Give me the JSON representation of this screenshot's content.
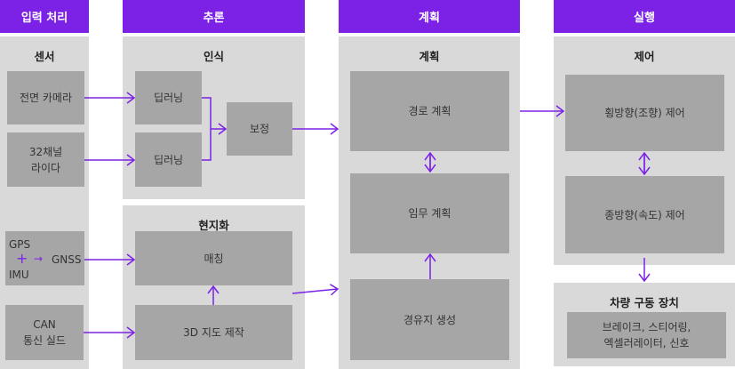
{
  "headers": [
    "입력 처리",
    "추론",
    "계획",
    "실행"
  ],
  "panels": {
    "sensor": "센서",
    "perception": "인식",
    "localization": "현지화",
    "planning": "계획",
    "control": "제어",
    "actuator": "차량 구동 장치"
  },
  "boxes": {
    "camera": "전면 카메라",
    "lidar_1": "32채널",
    "lidar_2": "라이다",
    "gps": "GPS",
    "imu": "IMU",
    "gnss": "GNSS",
    "can_1": "CAN",
    "can_2": "통신 실드",
    "dl1": "딥러닝",
    "dl2": "딥러닝",
    "calib": "보정",
    "matching": "매칭",
    "map3d": "3D 지도 제작",
    "route": "경로 계획",
    "mission": "임무 계획",
    "waypoint": "경유지 생성",
    "lateral": "횡방향(조향) 제어",
    "longitudinal": "종방향(속도) 제어",
    "act_1": "브레이크, 스티어링,",
    "act_2": "엑셀러레이터, 신호"
  },
  "colors": {
    "header": "#7b22e6",
    "panel": "#d9d9d9",
    "box": "#a6a6a6",
    "arrow": "#7b22e6"
  }
}
